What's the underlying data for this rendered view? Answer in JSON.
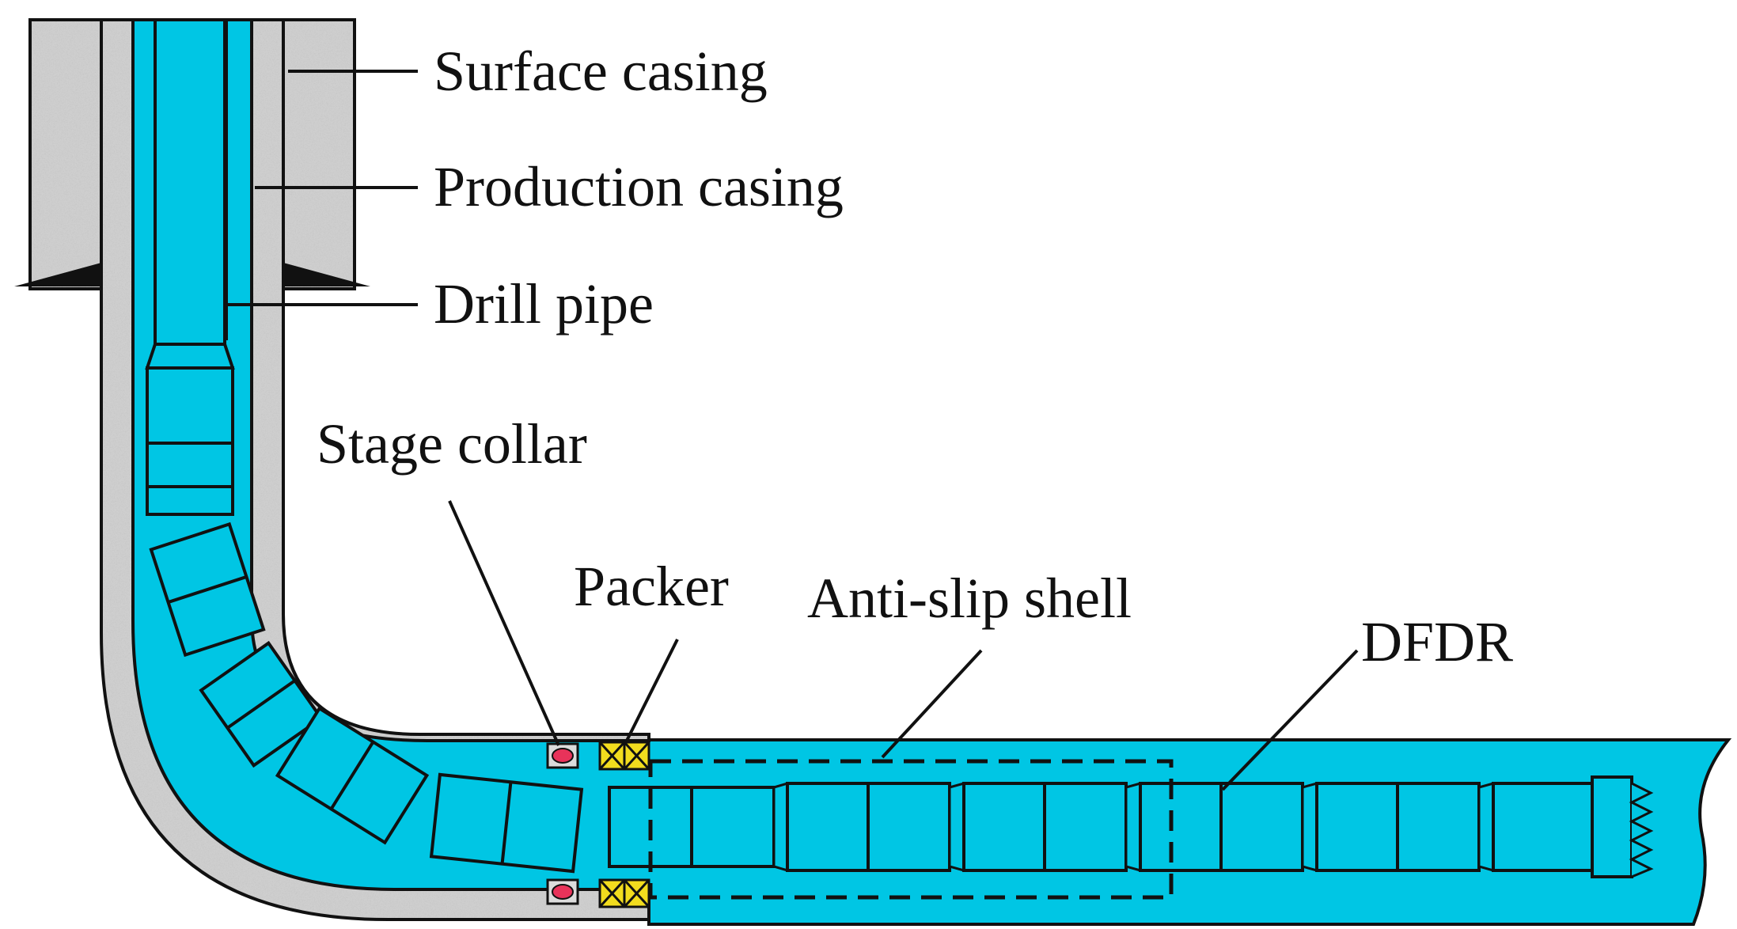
{
  "labels": {
    "surface_casing": "Surface casing",
    "production_casing": "Production casing",
    "drill_pipe": "Drill pipe",
    "stage_collar": "Stage collar",
    "packer": "Packer",
    "anti_slip_shell": "Anti-slip shell",
    "dfdr": "DFDR"
  },
  "colors": {
    "fluid": "#00c6e4",
    "cement": "#c8c8c8",
    "packer": "#f2dc1e",
    "stage_collar_seal": "#e8335a",
    "outline": "#111111"
  }
}
